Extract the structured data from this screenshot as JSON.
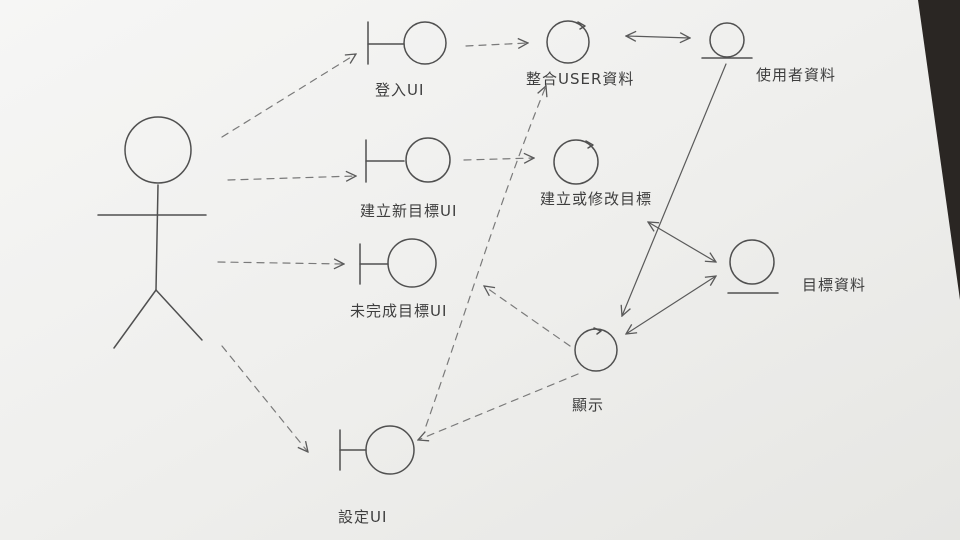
{
  "diagram": {
    "actor": "",
    "boundaries": {
      "login_ui": "登入UI",
      "create_goal_ui": "建立新目標UI",
      "complete_goal_ui": "未完成目標UI",
      "settings_ui": "設定UI"
    },
    "controls": {
      "integrate_user_data": "整合USER資料",
      "create_or_modify_goal": "建立或修改目標",
      "display": "顯示"
    },
    "entities": {
      "user_data": "使用者資料",
      "goal_data": "目標資料"
    }
  },
  "colors": {
    "paper": "#f2f2f0",
    "ink": "#505050",
    "background": "#2a2623"
  }
}
